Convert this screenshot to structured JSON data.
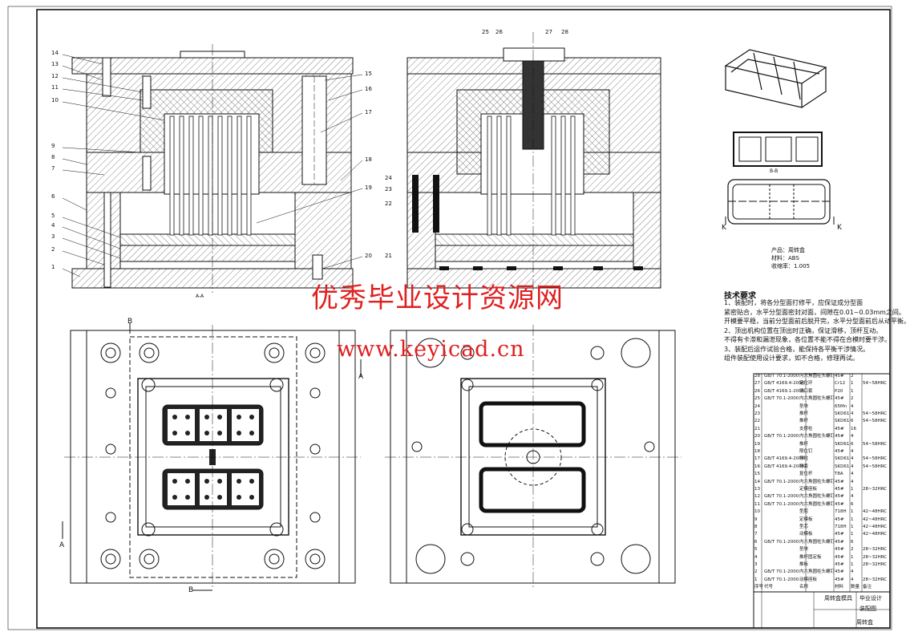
{
  "watermark": {
    "line1": "优秀毕业设计资源网",
    "line2": "www.keyicad.cn"
  },
  "section_labels": {
    "aa": "A-A",
    "bb": "B-B",
    "a_mark_top": "A",
    "a_mark_bottom": "A",
    "b_mark_top": "B",
    "b_mark_bottom": "B",
    "k_left": "K",
    "k_right": "K"
  },
  "part_callouts_left": [
    "14",
    "13",
    "12",
    "11",
    "10",
    "9",
    "8",
    "7",
    "6",
    "5",
    "4",
    "3",
    "2",
    "1"
  ],
  "part_callouts_right_left_view": [
    "15",
    "16",
    "17",
    "18",
    "19",
    "20"
  ],
  "part_callouts_top_right_view": [
    "25",
    "26",
    "27",
    "28"
  ],
  "part_callouts_left_right_view": [
    "24",
    "23",
    "22",
    "21"
  ],
  "product": {
    "name": "产品：周转盒",
    "material": "材料：ABS",
    "shrink": "收缩率：1.005"
  },
  "tech": {
    "title": "技术要求",
    "lines": [
      "1、装配时，将各分型面打修平，应保证成分型面",
      "紧密贴合，水平分型面密封对面，间隙在0.01~0.03mm之间。",
      "开模要平稳，当前分型面前后脱开完，水平分型面前后从动平衡。",
      "2、顶出机构位置在顶出时正确，保证滑移，顶杆互动。",
      "不得有卡滞和漏泄现象，各位置不能不得在合模时要干涉。",
      "3、装配后运作试验合格，能保持各平衡干涉情况。",
      "组件装配使用设计要求，如不合格，修理再试。"
    ]
  },
  "bom": {
    "rows": [
      [
        "28",
        "GB/T 70.1-2000",
        "内六角圆柱头螺钉",
        "45#",
        "2",
        ""
      ],
      [
        "27",
        "GB/T 4169.4-2006",
        "定位环",
        "Cr12",
        "1",
        "54~58HRC"
      ],
      [
        "26",
        "GB/T 4169.1-2006",
        "浇口套",
        "P20",
        "1",
        ""
      ],
      [
        "25",
        "GB/T 70.1-2000",
        "内六角圆柱头螺钉",
        "45#",
        "2",
        ""
      ],
      [
        "24",
        "",
        "垫块",
        "65Mn",
        "4",
        ""
      ],
      [
        "23",
        "",
        "推杆",
        "SKD61",
        "4",
        "54~58HRC"
      ],
      [
        "22",
        "",
        "推杆",
        "SKD61",
        "6",
        "54~58HRC"
      ],
      [
        "21",
        "",
        "支撑柱",
        "45#",
        "16",
        ""
      ],
      [
        "20",
        "GB/T 70.1-2000",
        "内六角圆柱头螺钉",
        "45#",
        "4",
        ""
      ],
      [
        "19",
        "",
        "推杆",
        "SKD61",
        "6",
        "54~58HRC"
      ],
      [
        "18",
        "",
        "限位钉",
        "45#",
        "4",
        ""
      ],
      [
        "17",
        "GB/T 4169.4-2006",
        "导柱",
        "SKD61",
        "4",
        "54~58HRC"
      ],
      [
        "16",
        "GB/T 4169.4-2006",
        "导套",
        "SKD61",
        "4",
        "54~58HRC"
      ],
      [
        "15",
        "",
        "复位杆",
        "T8A",
        "4",
        ""
      ],
      [
        "14",
        "GB/T 70.1-2000",
        "内六角圆柱头螺钉",
        "45#",
        "4",
        ""
      ],
      [
        "13",
        "",
        "定模座板",
        "45#",
        "1",
        "28~32HRC"
      ],
      [
        "12",
        "GB/T 70.1-2000",
        "内六角圆柱头螺钉",
        "45#",
        "4",
        ""
      ],
      [
        "11",
        "GB/T 70.1-2000",
        "内六角圆柱头螺钉",
        "45#",
        "6",
        ""
      ],
      [
        "10",
        "",
        "型腔",
        "718H",
        "1",
        "42~48HRC"
      ],
      [
        "9",
        "",
        "定模板",
        "45#",
        "1",
        "42~48HRC"
      ],
      [
        "8",
        "",
        "型芯",
        "718H",
        "1",
        "42~48HRC"
      ],
      [
        "7",
        "",
        "动模板",
        "45#",
        "1",
        "42~48HRC"
      ],
      [
        "6",
        "GB/T 70.1-2000",
        "内六角圆柱头螺钉",
        "45#",
        "6",
        ""
      ],
      [
        "5",
        "",
        "垫块",
        "45#",
        "2",
        "28~32HRC"
      ],
      [
        "4",
        "",
        "推杆固定板",
        "45#",
        "1",
        "28~32HRC"
      ],
      [
        "3",
        "",
        "推板",
        "45#",
        "1",
        "28~32HRC"
      ],
      [
        "2",
        "GB/T 70.1-2000",
        "内六角圆柱头螺钉",
        "45#",
        "4",
        ""
      ],
      [
        "1",
        "GB/T 70.1-2000",
        "动模座板",
        "45#",
        "4",
        "28~32HRC"
      ],
      [
        "序号",
        "代号",
        "名称",
        "材料",
        "数量",
        "备注"
      ]
    ]
  },
  "title_block": {
    "name": "周转盒模具",
    "school": "毕业设计",
    "drawing": "装配图",
    "part": "周转盒"
  }
}
